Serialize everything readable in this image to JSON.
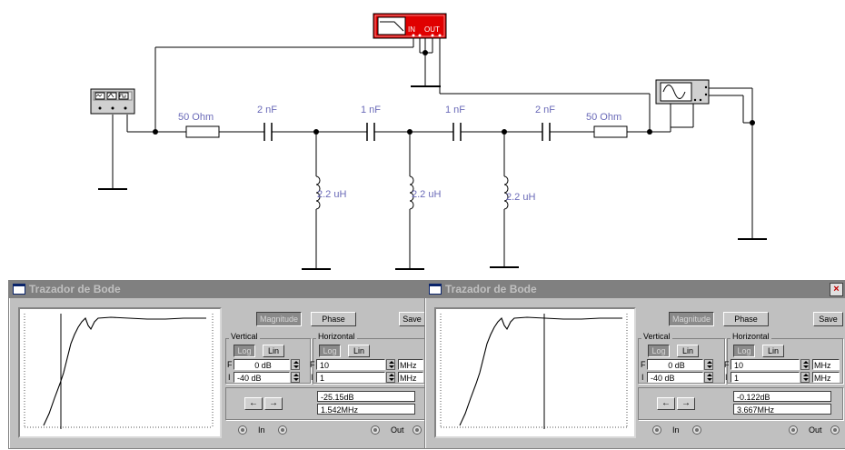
{
  "schematic": {
    "components": [
      {
        "name": "resistor-1",
        "label": "50  Ohm"
      },
      {
        "name": "capacitor-1",
        "label": "2 nF"
      },
      {
        "name": "capacitor-2",
        "label": "1 nF"
      },
      {
        "name": "capacitor-3",
        "label": "1 nF"
      },
      {
        "name": "capacitor-4",
        "label": "2 nF"
      },
      {
        "name": "resistor-2",
        "label": "50  Ohm"
      },
      {
        "name": "inductor-1",
        "label": "2.2 uH"
      },
      {
        "name": "inductor-2",
        "label": "2.2 uH"
      },
      {
        "name": "inductor-3",
        "label": "2.2 uH"
      }
    ],
    "bode_icon": {
      "in_label": "IN",
      "out_label": "OUT"
    }
  },
  "bode_left": {
    "title": "Trazador de Bode",
    "magnitude_label": "Magnitude",
    "phase_label": "Phase",
    "save_label": "Save",
    "vertical_title": "Vertical",
    "horizontal_title": "Horizontal",
    "log_label": "Log",
    "lin_label": "Lin",
    "f_label": "F",
    "i_label": "I",
    "vertical_final": "0 dB",
    "vertical_initial": "-40 dB",
    "horizontal_final": "10",
    "horizontal_initial": "1",
    "unit_final": "MHz",
    "unit_initial": "MHz",
    "left_arrow": "←",
    "right_arrow": "→",
    "readout_db": "-25.15dB",
    "readout_freq": "1.542MHz",
    "in_label": "In",
    "out_label": "Out"
  },
  "bode_right": {
    "title": "Trazador de Bode",
    "magnitude_label": "Magnitude",
    "phase_label": "Phase",
    "save_label": "Save",
    "vertical_title": "Vertical",
    "horizontal_title": "Horizontal",
    "log_label": "Log",
    "lin_label": "Lin",
    "f_label": "F",
    "i_label": "I",
    "vertical_final": "0 dB",
    "vertical_initial": "-40 dB",
    "horizontal_final": "10",
    "horizontal_initial": "1",
    "unit_final": "MHz",
    "unit_initial": "MHz",
    "left_arrow": "←",
    "right_arrow": "→",
    "readout_db": "-0.122dB",
    "readout_freq": "3.667MHz",
    "in_label": "In",
    "out_label": "Out",
    "close_glyph": "×"
  }
}
